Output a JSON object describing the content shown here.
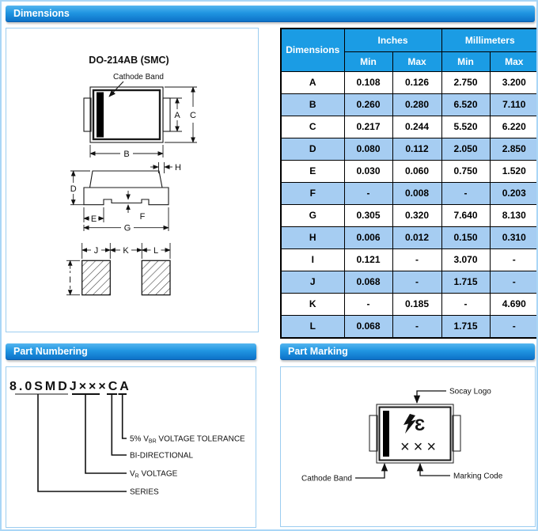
{
  "sections": {
    "dimensions": "Dimensions",
    "part_numbering": "Part Numbering",
    "part_marking": "Part Marking"
  },
  "colors": {
    "bar_blue_top": "#55b5ef",
    "bar_blue_bottom": "#0d72c8",
    "table_header_blue": "#1b9ce4",
    "row_alt_blue": "#a6cdf2",
    "page_border_blue": "#aad6f6"
  },
  "package_drawing": {
    "title": "DO-214AB (SMC)",
    "cathode_band_label": "Cathode Band",
    "dim_labels": {
      "a": "A",
      "b": "B",
      "c": "C",
      "d": "D",
      "e": "E",
      "f": "F",
      "g": "G",
      "h": "H",
      "i": "I",
      "j": "J",
      "k": "K",
      "l": "L"
    }
  },
  "dim_table": {
    "col1_header": "Dimensions",
    "group_headers": [
      "Inches",
      "Millimeters"
    ],
    "sub_headers": [
      "Min",
      "Max",
      "Min",
      "Max"
    ],
    "rows": [
      {
        "dim": "A",
        "in_min": "0.108",
        "in_max": "0.126",
        "mm_min": "2.750",
        "mm_max": "3.200"
      },
      {
        "dim": "B",
        "in_min": "0.260",
        "in_max": "0.280",
        "mm_min": "6.520",
        "mm_max": "7.110"
      },
      {
        "dim": "C",
        "in_min": "0.217",
        "in_max": "0.244",
        "mm_min": "5.520",
        "mm_max": "6.220"
      },
      {
        "dim": "D",
        "in_min": "0.080",
        "in_max": "0.112",
        "mm_min": "2.050",
        "mm_max": "2.850"
      },
      {
        "dim": "E",
        "in_min": "0.030",
        "in_max": "0.060",
        "mm_min": "0.750",
        "mm_max": "1.520"
      },
      {
        "dim": "F",
        "in_min": "-",
        "in_max": "0.008",
        "mm_min": "-",
        "mm_max": "0.203"
      },
      {
        "dim": "G",
        "in_min": "0.305",
        "in_max": "0.320",
        "mm_min": "7.640",
        "mm_max": "8.130"
      },
      {
        "dim": "H",
        "in_min": "0.006",
        "in_max": "0.012",
        "mm_min": "0.150",
        "mm_max": "0.310"
      },
      {
        "dim": "I",
        "in_min": "0.121",
        "in_max": "-",
        "mm_min": "3.070",
        "mm_max": "-"
      },
      {
        "dim": "J",
        "in_min": "0.068",
        "in_max": "-",
        "mm_min": "1.715",
        "mm_max": "-"
      },
      {
        "dim": "K",
        "in_min": "-",
        "in_max": "0.185",
        "mm_min": "-",
        "mm_max": "4.690"
      },
      {
        "dim": "L",
        "in_min": "0.068",
        "in_max": "-",
        "mm_min": "1.715",
        "mm_max": "-"
      }
    ]
  },
  "part_numbering": {
    "part_number": "8.0SMDJ×××CA",
    "labels": {
      "tolerance_pre": "5% V",
      "tolerance_sub": "BR",
      "tolerance_post": " VOLTAGE TOLERANCE",
      "bidirectional": "BI-DIRECTIONAL",
      "vr_pre": "V",
      "vr_sub": "R",
      "vr_post": " VOLTAGE",
      "series": "SERIES"
    }
  },
  "part_marking": {
    "socay_logo_label": "Socay Logo",
    "cathode_band_label": "Cathode Band",
    "marking_code_label": "Marking Code",
    "marking_code_symbol": "×××",
    "logo_glyph": "Ɛ"
  }
}
